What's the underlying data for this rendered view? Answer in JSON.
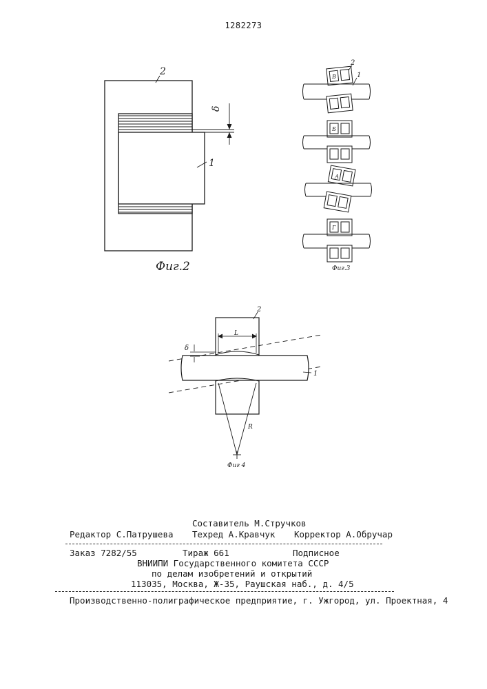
{
  "patent_number": "1282273",
  "figures": {
    "fig2": {
      "caption": "Фиг.2",
      "labels": {
        "part_2": "2",
        "part_1": "1",
        "gap": "δ"
      }
    },
    "fig3": {
      "caption": "Фиг.3",
      "labels": {
        "part_2": "2",
        "part_1": "1"
      },
      "row_labels": [
        "В",
        "Б",
        "А",
        "Г"
      ]
    },
    "fig4": {
      "caption": "Фиг 4",
      "labels": {
        "part_2": "2",
        "part_1": "1",
        "gap": "δ",
        "length": "L",
        "radius": "R"
      }
    }
  },
  "imprint": {
    "compiler": "Составитель М.Стручков",
    "editor": "Редактор  С.Патрушева",
    "techred": "Техред А.Кравчук",
    "corrector": "Корректор  А.Обручар",
    "order": "Заказ 7282/55",
    "circulation": "Тираж 661",
    "subscription": "Подписное",
    "org_line1": "ВНИИПИ Государственного комитета СССР",
    "org_line2": "по делам изобретений и открытий",
    "address": "113035, Москва, Ж-35, Раушская наб., д. 4/5",
    "printer": "Производственно-полиграфическое предприятие, г. Ужгород, ул. Проектная, 4"
  }
}
